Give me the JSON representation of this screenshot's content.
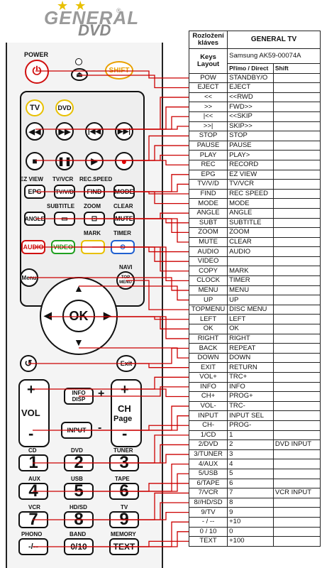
{
  "logo": {
    "brand": "GENERAL",
    "reg": "®",
    "sub": "DVD"
  },
  "table": {
    "header_left_top": "Rozložení kláves",
    "header_left_bottom": "Keys Layout",
    "header_title": "GENERAL TV",
    "header_model": "Samsung AK59-00074A",
    "col_direct": "Přímo / Direct",
    "col_shift": "Shift",
    "rows": [
      {
        "key": "POW",
        "direct": "STANDBY/O",
        "shift": ""
      },
      {
        "key": "EJECT",
        "direct": "EJECT",
        "shift": ""
      },
      {
        "key": "<<",
        "direct": "<<RWD",
        "shift": ""
      },
      {
        "key": ">>",
        "direct": "FWD>>",
        "shift": ""
      },
      {
        "key": "|<<",
        "direct": "<<SKIP",
        "shift": ""
      },
      {
        "key": ">>|",
        "direct": "SKIP>>",
        "shift": ""
      },
      {
        "key": "STOP",
        "direct": "STOP",
        "shift": ""
      },
      {
        "key": "PAUSE",
        "direct": "PAUSE",
        "shift": ""
      },
      {
        "key": "PLAY",
        "direct": "PLAY>",
        "shift": ""
      },
      {
        "key": "REC",
        "direct": "RECORD",
        "shift": ""
      },
      {
        "key": "EPG",
        "direct": "EZ VIEW",
        "shift": ""
      },
      {
        "key": "TV/V/D",
        "direct": "TV/VCR",
        "shift": ""
      },
      {
        "key": "FIND",
        "direct": "REC SPEED",
        "shift": ""
      },
      {
        "key": "MODE",
        "direct": "MODE",
        "shift": ""
      },
      {
        "key": "ANGLE",
        "direct": "ANGLE",
        "shift": ""
      },
      {
        "key": "SUBT",
        "direct": "SUBTITLE",
        "shift": ""
      },
      {
        "key": "ZOOM",
        "direct": "ZOOM",
        "shift": ""
      },
      {
        "key": "MUTE",
        "direct": "CLEAR",
        "shift": ""
      },
      {
        "key": "AUDIO",
        "direct": "AUDIO",
        "shift": ""
      },
      {
        "key": "VIDEO",
        "direct": "",
        "shift": ""
      },
      {
        "key": "COPY",
        "direct": "MARK",
        "shift": ""
      },
      {
        "key": "CLOCK",
        "direct": "TIMER",
        "shift": ""
      },
      {
        "key": "MENU",
        "direct": "MENU",
        "shift": ""
      },
      {
        "key": "UP",
        "direct": "UP",
        "shift": ""
      },
      {
        "key": "TOPMENU",
        "direct": "DISC MENU",
        "shift": ""
      },
      {
        "key": "LEFT",
        "direct": "LEFT",
        "shift": ""
      },
      {
        "key": "OK",
        "direct": "OK",
        "shift": ""
      },
      {
        "key": "RIGHT",
        "direct": "RIGHT",
        "shift": ""
      },
      {
        "key": "BACK",
        "direct": "REPEAT",
        "shift": ""
      },
      {
        "key": "DOWN",
        "direct": "DOWN",
        "shift": ""
      },
      {
        "key": "EXIT",
        "direct": "RETURN",
        "shift": ""
      },
      {
        "key": "VOL+",
        "direct": "TRC+",
        "shift": ""
      },
      {
        "key": "INFO",
        "direct": "INFO",
        "shift": ""
      },
      {
        "key": "CH+",
        "direct": "PROG+",
        "shift": ""
      },
      {
        "key": "VOL-",
        "direct": "TRC-",
        "shift": ""
      },
      {
        "key": "INPUT",
        "direct": "INPUT SEL",
        "shift": ""
      },
      {
        "key": "CH-",
        "direct": "PROG-",
        "shift": ""
      },
      {
        "key": "1/CD",
        "direct": "1",
        "shift": ""
      },
      {
        "key": "2/DVD",
        "direct": "2",
        "shift": "DVD INPUT"
      },
      {
        "key": "3/TUNER",
        "direct": "3",
        "shift": ""
      },
      {
        "key": "4/AUX",
        "direct": "4",
        "shift": ""
      },
      {
        "key": "5/USB",
        "direct": "5",
        "shift": ""
      },
      {
        "key": "6/TAPE",
        "direct": "6",
        "shift": ""
      },
      {
        "key": "7/VCR",
        "direct": "7",
        "shift": "VCR INPUT"
      },
      {
        "key": "8//HD/SD",
        "direct": "8",
        "shift": ""
      },
      {
        "key": "9/TV",
        "direct": "9",
        "shift": ""
      },
      {
        "key": "- / --",
        "direct": "+10",
        "shift": ""
      },
      {
        "key": "0 / 10",
        "direct": "0",
        "shift": ""
      },
      {
        "key": "TEXT",
        "direct": "+100",
        "shift": ""
      }
    ]
  },
  "remote": {
    "power_label": "POWER",
    "shift": "SHIFT",
    "tv": "TV",
    "dvd": "DVD",
    "ez_view": "EZ VIEW",
    "tv_vcr": "TV/VCR",
    "rec_speed": "REC.SPEED",
    "epg": "EPG",
    "tvvd": "TV/V/D",
    "find": "FIND",
    "mode": "MODE",
    "subtitle": "SUBTITLE",
    "zoom": "ZOOM",
    "clear": "CLEAR",
    "angle": "ANGLE",
    "mute": "MUTE",
    "mark": "MARK",
    "timer": "TIMER",
    "audio": "AUDIO",
    "video": "VIDEO",
    "menu": "Menu",
    "navi": "NAVI",
    "top_menu": "TOP MENU",
    "ok": "OK",
    "exit": "Exit",
    "vol": "VOL",
    "info": "INFO DISP",
    "plus": "+",
    "ch": "CH",
    "page": "Page",
    "input": "INPUT",
    "minus": "-",
    "cd": "CD",
    "dvd2": "DVD",
    "tuner": "TUNER",
    "aux": "AUX",
    "usb": "USB",
    "tape": "TAPE",
    "vcr": "VCR",
    "hdsd": "HD/SD",
    "tvlbl": "TV",
    "phono": "PHONO",
    "band": "BAND",
    "memory": "MEMORY",
    "n1": "1",
    "n2": "2",
    "n3": "3",
    "n4": "4",
    "n5": "5",
    "n6": "6",
    "n7": "7",
    "n8": "8",
    "n9": "9",
    "dash": "-/--",
    "zero": "0/10",
    "text": "TEXT"
  },
  "colors": {
    "line": "#cc0000",
    "accent": "#e8c000",
    "audio": "#d01010",
    "video": "#20a020"
  }
}
